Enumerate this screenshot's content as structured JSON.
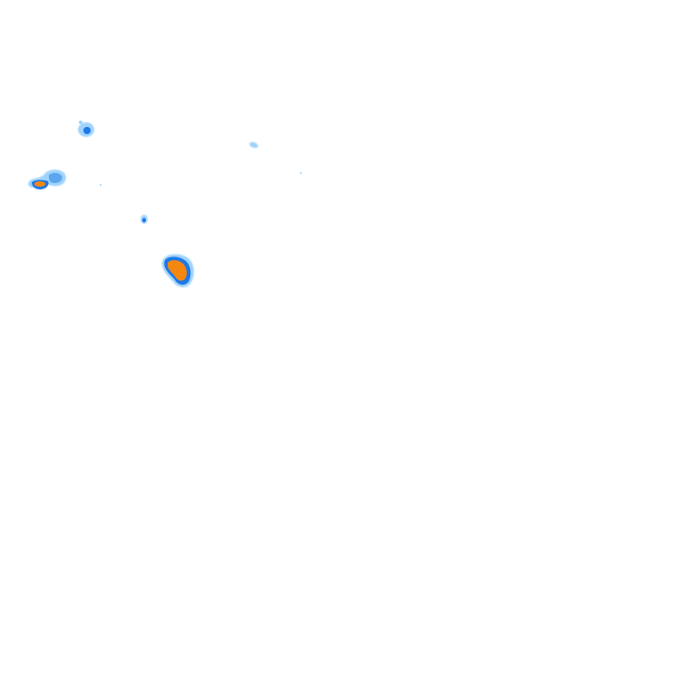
{
  "map": {
    "kind": "precipitation-radar-tile",
    "background": "#ffffff",
    "intensity_colors": {
      "light": "#9fd3fb",
      "moderate": "#5aa6ef",
      "heavy": "#1f78e6",
      "very_heavy": "#f5870f"
    },
    "cells": [
      {
        "id": "cell-northwest-small",
        "levels": [
          "light",
          "heavy"
        ]
      },
      {
        "id": "cell-north-faint",
        "levels": [
          "light"
        ]
      },
      {
        "id": "cell-west-cluster",
        "levels": [
          "light",
          "moderate",
          "heavy",
          "very_heavy"
        ]
      },
      {
        "id": "cell-speck",
        "levels": [
          "light",
          "heavy"
        ]
      },
      {
        "id": "cell-central-storm",
        "levels": [
          "light",
          "heavy",
          "very_heavy"
        ]
      }
    ]
  }
}
